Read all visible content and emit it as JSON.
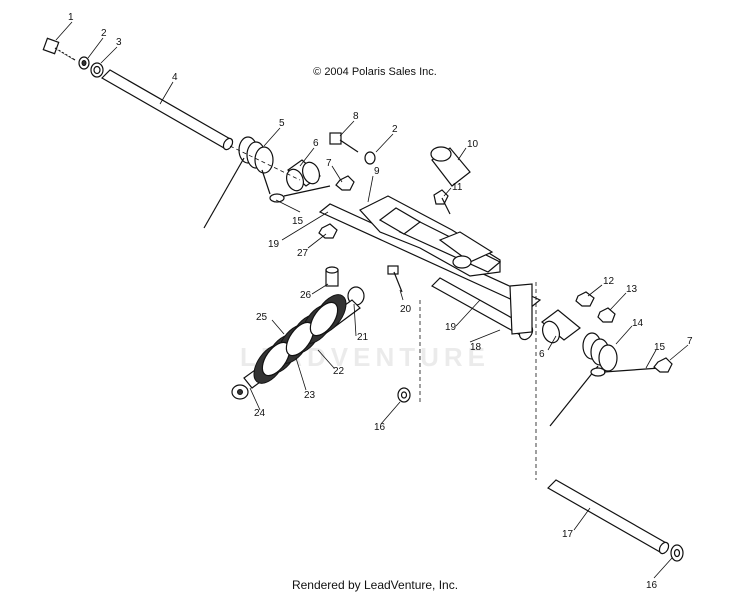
{
  "header": {
    "copyright": "© 2004 Polaris Sales Inc."
  },
  "footer": {
    "rendered_by": "Rendered by LeadVenture, Inc."
  },
  "watermark": "LEADVENTURE",
  "callouts": [
    "1",
    "2",
    "3",
    "4",
    "5",
    "6",
    "7",
    "8",
    "2",
    "10",
    "9",
    "11",
    "15",
    "19",
    "27",
    "12",
    "13",
    "26",
    "20",
    "25",
    "21",
    "19",
    "18",
    "14",
    "6",
    "15",
    "7",
    "22",
    "23",
    "24",
    "16",
    "17",
    "16"
  ]
}
